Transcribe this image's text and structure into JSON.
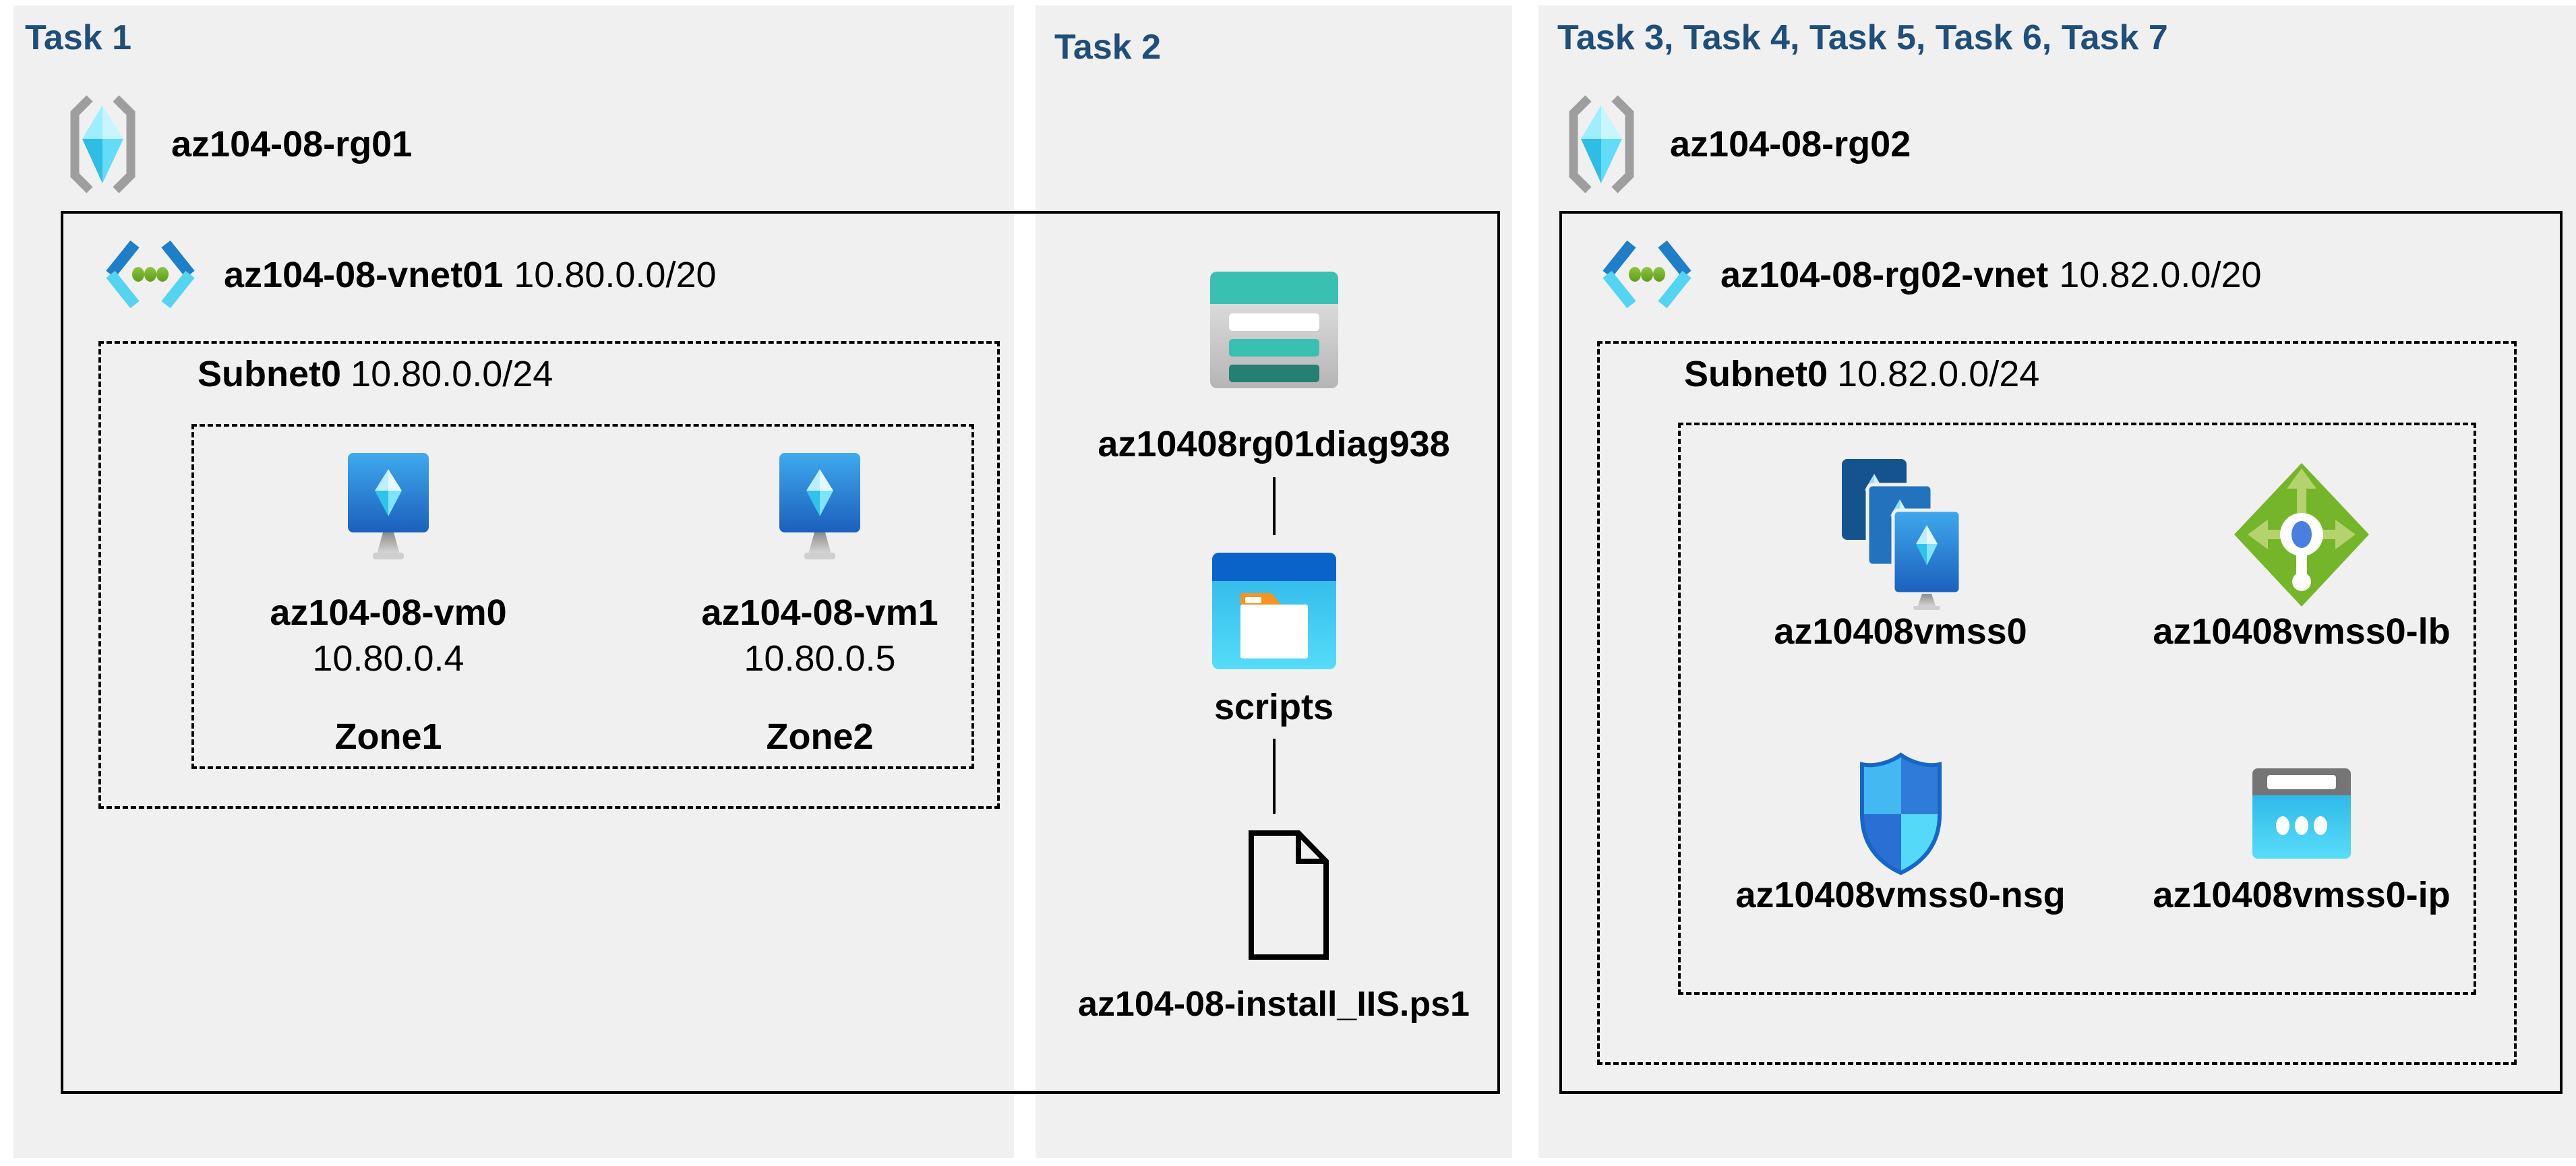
{
  "colors": {
    "panel_bg": "#f0f0f1",
    "title_blue": "#1f4e79",
    "border_black": "#000000",
    "azure_blue": "#0078d4",
    "cyan": "#50e6ff",
    "teal": "#3ac0b0",
    "teal_dark": "#267f72",
    "green": "#76b82a",
    "gray_icon": "#9e9e9e"
  },
  "panels": [
    {
      "title": "Task 1",
      "rg": {
        "name": "az104-08-rg01",
        "icon": "resource-group-icon"
      },
      "vnet": {
        "name": "az104-08-vnet01",
        "cidr": "10.80.0.0/20",
        "icon": "virtual-network-icon"
      },
      "subnet": {
        "name": "Subnet0",
        "cidr": "10.80.0.0/24"
      },
      "vms": [
        {
          "name": "az104-08-vm0",
          "ip": "10.80.0.4",
          "zone": "Zone1",
          "icon": "virtual-machine-icon"
        },
        {
          "name": "az104-08-vm1",
          "ip": "10.80.0.5",
          "zone": "Zone2",
          "icon": "virtual-machine-icon"
        }
      ]
    },
    {
      "title": "Task 2",
      "storage": {
        "name": "az10408rg01diag938",
        "icon": "storage-account-icon"
      },
      "folder": {
        "name": "scripts",
        "icon": "blob-container-icon"
      },
      "file": {
        "name": "az104-08-install_IIS.ps1",
        "icon": "file-icon"
      }
    },
    {
      "title": "Task 3, Task 4, Task 5, Task 6, Task 7",
      "rg": {
        "name": "az104-08-rg02",
        "icon": "resource-group-icon"
      },
      "vnet": {
        "name": "az104-08-rg02-vnet",
        "cidr": "10.82.0.0/20",
        "icon": "virtual-network-icon"
      },
      "subnet": {
        "name": "Subnet0",
        "cidr": "10.82.0.0/24"
      },
      "resources": [
        {
          "name": "az10408vmss0",
          "type": "vm-scale-set",
          "icon": "vmss-icon"
        },
        {
          "name": "az10408vmss0-lb",
          "type": "load-balancer",
          "icon": "load-balancer-icon"
        },
        {
          "name": "az10408vmss0-nsg",
          "type": "network-security-group",
          "icon": "nsg-shield-icon"
        },
        {
          "name": "az10408vmss0-ip",
          "type": "public-ip-address",
          "icon": "public-ip-icon"
        }
      ]
    }
  ]
}
